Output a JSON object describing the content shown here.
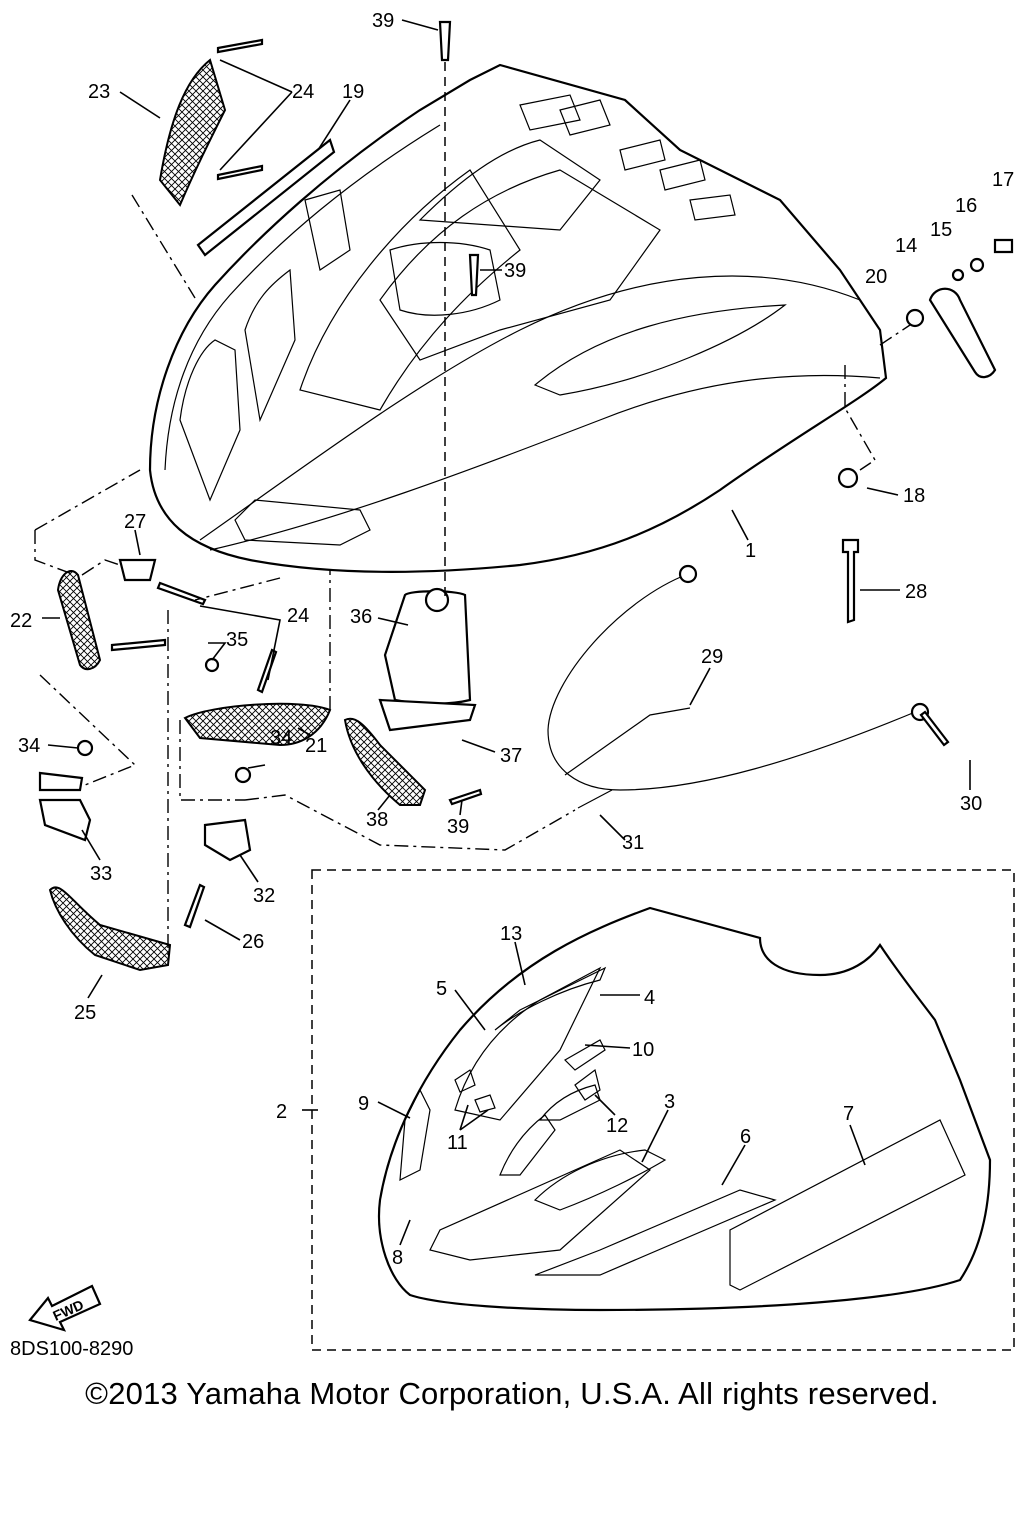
{
  "diagram": {
    "part_code": "8DS100-8290",
    "fwd_label": "FWD",
    "copyright": "©2013 Yamaha Motor Corporation, U.S.A. All rights reserved.",
    "callouts": [
      "39",
      "23",
      "24",
      "19",
      "17",
      "16",
      "15",
      "14",
      "20",
      "39",
      "18",
      "1",
      "27",
      "28",
      "22",
      "24",
      "36",
      "35",
      "29",
      "34",
      "21",
      "34",
      "37",
      "30",
      "38",
      "39",
      "33",
      "32",
      "31",
      "26",
      "25",
      "13",
      "4",
      "5",
      "10",
      "2",
      "9",
      "3",
      "12",
      "11",
      "6",
      "7",
      "8"
    ]
  }
}
